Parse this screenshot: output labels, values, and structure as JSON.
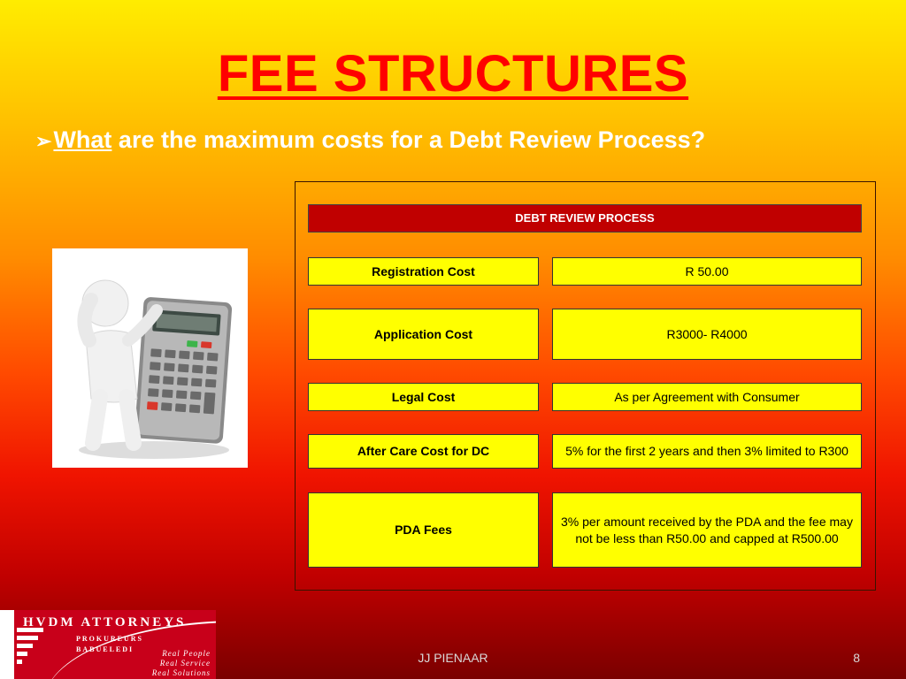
{
  "title": "FEE STRUCTURES",
  "question": {
    "bullet": "➢",
    "emphasis": "What",
    "rest": " are the maximum costs for a Debt Review Process?"
  },
  "image": {
    "description_icon": "calculator-figure-icon"
  },
  "table": {
    "header": "DEBT REVIEW PROCESS",
    "rows": [
      {
        "label": "Registration Cost",
        "value": "R 50.00"
      },
      {
        "label": "Application Cost",
        "value": "R3000- R4000"
      },
      {
        "label": "Legal Cost",
        "value": "As per Agreement with Consumer"
      },
      {
        "label": "After Care Cost for DC",
        "value": "5% for the first 2 years and then 3% limited to R300"
      },
      {
        "label": "PDA Fees",
        "value": "3% per amount received by the PDA and the fee may not be less than R50.00 and capped at R500.00"
      }
    ]
  },
  "logo": {
    "name": "HVDM ATTORNEYS",
    "sub1": "PROKUREURS",
    "sub2": "BABUELEDI",
    "tag1": "Real People",
    "tag2": "Real Service",
    "tag3": "Real Solutions"
  },
  "footer": {
    "author": "JJ PIENAAR",
    "page": "8"
  }
}
